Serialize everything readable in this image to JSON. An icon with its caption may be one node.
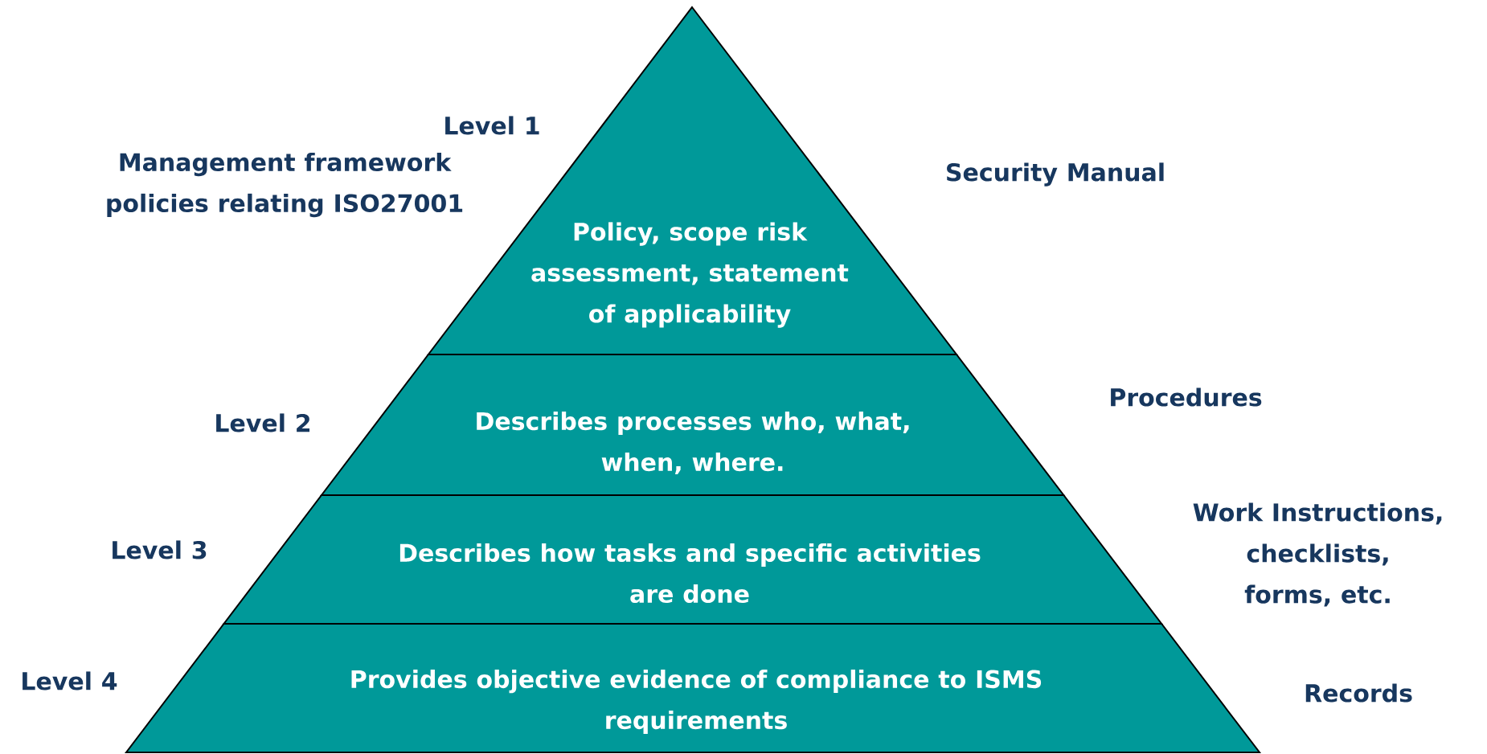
{
  "diagram": {
    "nodes": [
      {
        "text": [
          "Policy, scope risk assessment, statement of applicability"
        ]
      },
      {
        "text": [
          "Describes processes who, what, when, where."
        ]
      },
      {
        "text": [
          "Describes how tasks and specific activities are done"
        ]
      },
      {
        "text": [
          "Provides objective evidence of compliance to ISMS requirements"
        ]
      }
    ],
    "labels": [
      "Level 1",
      "Management framework policies relating ISO27001",
      "Security Manual",
      "Level 2",
      "Procedures",
      "Level 3",
      "Work Instructions, checklists, forms, etc.",
      "Level 4",
      "Records"
    ]
  }
}
